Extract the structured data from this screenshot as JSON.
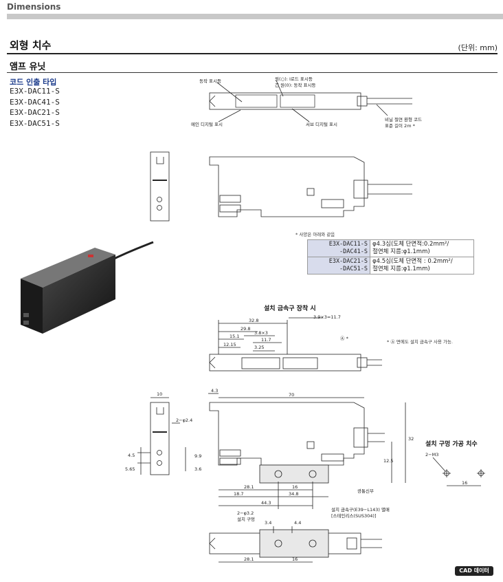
{
  "header": {
    "title": "Dimensions"
  },
  "section": {
    "title": "외형 치수",
    "unit": "(단위: mm)"
  },
  "subsection": {
    "title": "앰프 유닛"
  },
  "cord_type": {
    "title": "코드 인출 타입",
    "models": [
      "E3X-DAC11-S",
      "E3X-DAC41-S",
      "E3X-DAC21-S",
      "E3X-DAC51-S"
    ]
  },
  "top_view": {
    "operation_indicator": "동작 표시등",
    "circle_note_1": "원(○): I로드 표시등",
    "circle_note_2": "긴 원(0): 동작 표시등",
    "main_display": "메인 디지털 표시",
    "sub_display": "서브 디지털 표시",
    "cable_1": "비닐 절연 환형 코드",
    "cable_2": "표준 길이 2m *"
  },
  "spec": {
    "note": "* 사양은 아래와 같음",
    "rows": [
      {
        "model": "E3X-DAC11-S\n   -DAC41-S",
        "line1": "φ4.3심(도체 단면적:0.2mm²/",
        "line2": "절연체 지름:φ1.1mm)"
      },
      {
        "model": "E3X-DAC21-S\n   -DAC51-S",
        "line1": "φ4.5심(도체 단면적 : 0.2mm²/",
        "line2": "절연체 지름:φ1.1mm)"
      }
    ]
  },
  "mount": {
    "title": "설치 금속구 장착 시",
    "note": "* Ⓐ 면에도 설치 금속구 사용 가능.",
    "dims": {
      "d_32_8": "32.8",
      "d_29_8": "29.8",
      "d_15_1": "15.1",
      "d_12_15": "12.15",
      "d_3_8x3": "3.8×3",
      "d_11_7": "11.7",
      "d_3_25": "3.25",
      "d_3_9x3": "3.9×3=11.7",
      "a_mark": "Ⓐ *",
      "d_10": "10",
      "d_2_phi2_4": "2−φ2.4",
      "d_4_3": "4.3",
      "d_70": "70",
      "d_32": "32",
      "d_9_9": "9.9",
      "d_4_5": "4.5",
      "d_5_65": "5.65",
      "d_3_6": "3.6",
      "d_12_5": "12.5",
      "d_28_1": "28.1",
      "d_16": "16",
      "d_18_7": "18.7",
      "d_34_8": "34.8",
      "d_44_3": "44.3",
      "holes_1": "2−φ3.2",
      "holes_2": "설치 구멍",
      "bracket_1": "설치 금속구(E39−L143) 별매",
      "bracket_2": "[스테인리스(SUS304)]",
      "optical_axis": "광통신부",
      "d_3_4": "3.4",
      "d_4_4": "4.4",
      "bot_28_1": "28.1",
      "bot_16": "16"
    }
  },
  "hole_pattern": {
    "title": "설치 구멍 가공 치수",
    "label": "2−M3",
    "dim": "16"
  },
  "cad_button": {
    "label": "CAD 데이터"
  }
}
